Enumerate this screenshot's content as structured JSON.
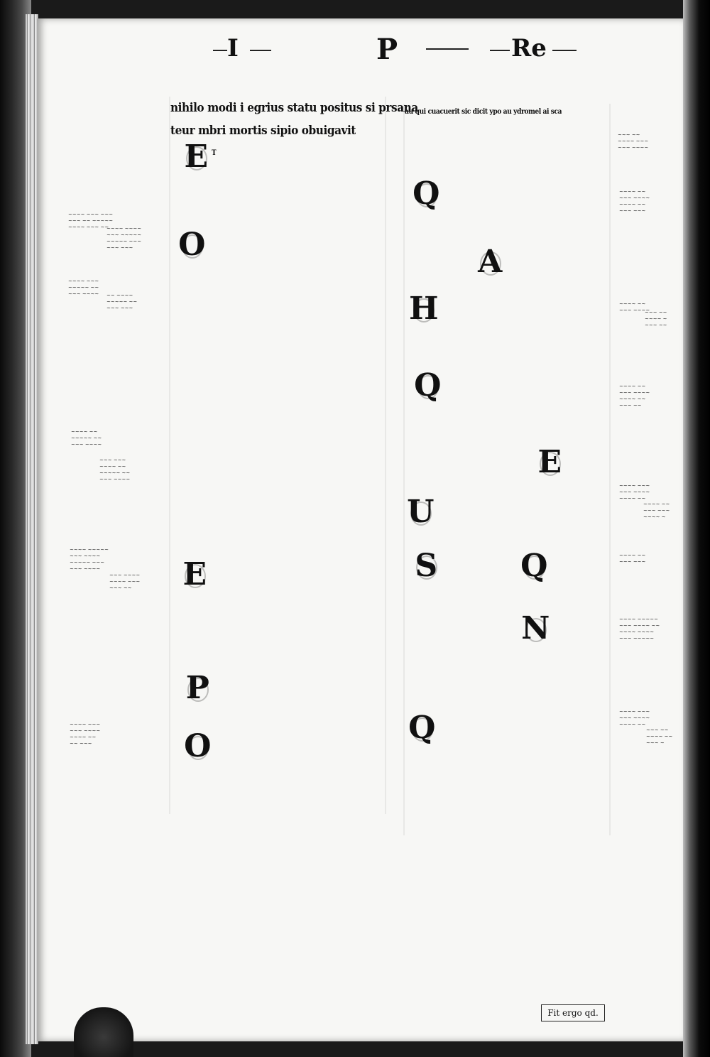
{
  "running_head": {
    "left": "I",
    "center": "P",
    "right": "Re"
  },
  "left_column": {
    "lines": [
      "nihilo modi i egrius statu positus si prsana",
      "teur mbri mortis sipio obuigavit",
      "T"
    ],
    "initials": [
      "E",
      "O",
      "E",
      "P",
      "O"
    ]
  },
  "right_column": {
    "lines": [
      "au qui cuacuerit sic dicit ypo au ydromel ai sca"
    ],
    "initials": [
      "Q",
      "A",
      "H",
      "Q",
      "U",
      "E",
      "S",
      "Q",
      "N",
      "Q"
    ]
  },
  "catchword": "Fit ergo qd."
}
